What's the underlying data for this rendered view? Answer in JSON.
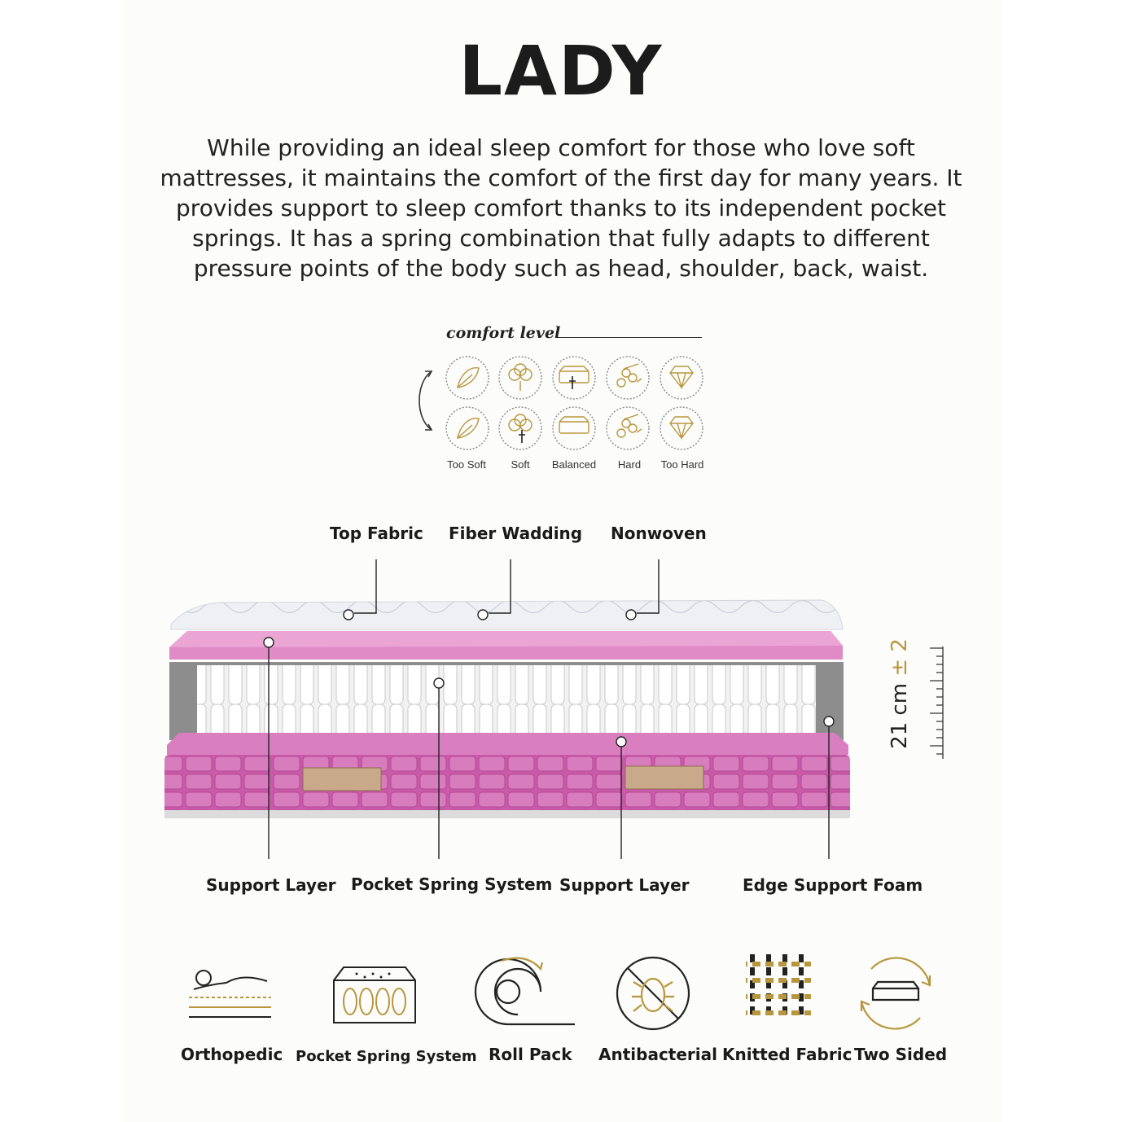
{
  "title": "LADY",
  "description": "While providing an ideal sleep comfort for those who love soft mattresses, it maintains the comfort of the first day for many years. It provides support to sleep comfort thanks to its independent pocket springs. It has a spring combination that fully adapts to different pressure points of the body such as head, shoulder, back, waist.",
  "comfort": {
    "title": "comfort level",
    "levels": [
      {
        "label": "Too Soft",
        "icon": "feather-icon"
      },
      {
        "label": "Soft",
        "icon": "cotton-icon"
      },
      {
        "label": "Balanced",
        "icon": "mattress-icon"
      },
      {
        "label": "Hard",
        "icon": "logs-icon"
      },
      {
        "label": "Too Hard",
        "icon": "diamond-icon"
      }
    ],
    "selected": "Soft",
    "accent": "#b8963e"
  },
  "layers": {
    "top": [
      "Top Fabric",
      "Fiber Wadding",
      "Nonwoven"
    ],
    "bottom": [
      "Support Layer",
      "Pocket Spring System",
      "Support Layer",
      "Edge Support Foam"
    ],
    "height": "21 cm",
    "tolerance": "± 2",
    "colors": {
      "pink": "#d97fc0",
      "grey": "#8a8a8a",
      "quilt": "#c95aa8"
    }
  },
  "features": [
    {
      "label": "Orthopedic",
      "icon": "orthopedic-icon"
    },
    {
      "label": "Pocket Spring System",
      "icon": "pocket-spring-icon"
    },
    {
      "label": "Roll Pack",
      "icon": "roll-pack-icon"
    },
    {
      "label": "Antibacterial",
      "icon": "antibacterial-icon"
    },
    {
      "label": "Knitted Fabric",
      "icon": "knitted-fabric-icon"
    },
    {
      "label": "Two Sided",
      "icon": "two-sided-icon"
    }
  ]
}
